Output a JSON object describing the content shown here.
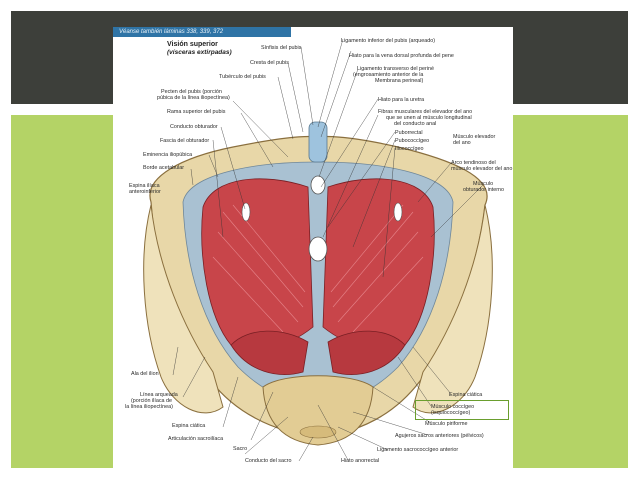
{
  "header_strip": "Véanse también láminas 338, 339, 372",
  "title": "Visión superior",
  "subtitle": "(vísceras extirpadas)",
  "labels": {
    "sinfisis_pubis": "Sínfisis del pubis",
    "cresta_pubis": "Cresta del pubis",
    "tuberculo_pubis": "Tubérculo del pubis",
    "pecten_pubis_1": "Pecten del pubis (porción",
    "pecten_pubis_2": "púbica de la línea iliopectínea)",
    "rama_superior": "Rama superior del pubis",
    "conducto_obturador": "Conducto obturador",
    "fascia_obturador": "Fascia del obturador",
    "eminencia": "Eminencia iliopúbica",
    "borde_acetabular": "Borde acetabular",
    "espina_iliaca_1": "Espina ilíaca",
    "espina_iliaca_2": "anteroinferior",
    "ala_ilion": "Ala del ilion",
    "linea_arqueada_1": "Línea arqueada",
    "linea_arqueada_2": "(porción ilíaca de",
    "linea_arqueada_3": "la línea iliopectínea)",
    "espina_ciatica_l": "Espina ciática",
    "art_sacroiliaca": "Articulación sacroilíaca",
    "sacro": "Sacro",
    "conducto_sacro": "Conducto del sacro",
    "hiato_anorrectal": "Hiato anorrectal",
    "lig_sacrococcigeo": "Ligamento sacrococcígeo anterior",
    "agujeros_sacros": "Agujeros sacros anteriores (pélvicos)",
    "musculo_piriforme": "Músculo piriforme",
    "musculo_coccigeo_1": "Músculo coccígeo",
    "musculo_coccigeo_2": "(isquiococcígeo)",
    "espina_ciatica_r": "Espina ciática",
    "lig_inferior_pubis": "Ligamento inferior del pubis (arqueado)",
    "hiato_vena": "Hiato para la vena dorsal profunda del pene",
    "lig_transverso_1": "Ligamento transverso del periné",
    "lig_transverso_2": "(engrosamiento anterior de la",
    "lig_transverso_3": "Membrana perineal)",
    "hiato_uretra": "Hiato para la uretra",
    "fibras_1": "Fibras musculares del elevador del ano",
    "fibras_2": "que se unen al músculo longitudinal",
    "fibras_3": "del conducto anal",
    "puborrectal": "Puborrectal",
    "pubococcigeo": "Pubococcígeo",
    "iliococcigeo": "Iliococcígeo",
    "elevador_1": "Músculo elevador",
    "elevador_2": "del ano",
    "arco_1": "Arco tendinoso del",
    "arco_2": "músculo elevador del ano",
    "obturador_int_1": "Músculo",
    "obturador_int_2": "obturador interno"
  },
  "colors": {
    "dark_band": "#3d3f3a",
    "green_band": "#b4d366",
    "bone": "#e8d7a8",
    "muscle": "#c8454a",
    "fascia": "#a9c1d2",
    "highlight": "#6a9e2e"
  }
}
